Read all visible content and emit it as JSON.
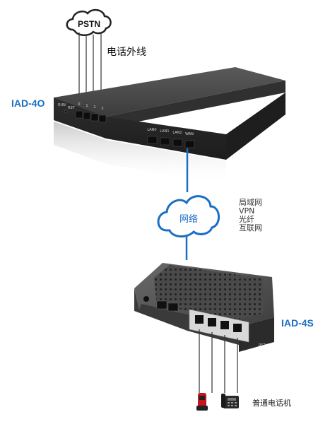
{
  "pstn": {
    "label": "PSTN"
  },
  "phone_lines_label": "电话外线",
  "gateway_top": {
    "model": "IAD-4O",
    "fxo_ports": [
      "0",
      "1",
      "2",
      "3"
    ],
    "panel_labels": [
      "RUN",
      "RST"
    ],
    "lan_ports": [
      "LAN0",
      "LAN1",
      "LAN2",
      "WAN"
    ]
  },
  "network": {
    "label": "网络",
    "types": [
      "局域网",
      "VPN",
      "光纤",
      "互联网"
    ]
  },
  "gateway_bottom": {
    "model": "IAD-4S",
    "rear_label": "RST"
  },
  "phones_label": "普通电话机",
  "colors": {
    "accent_blue": "#1a6fc4",
    "device_body": "#3a3a3a"
  }
}
